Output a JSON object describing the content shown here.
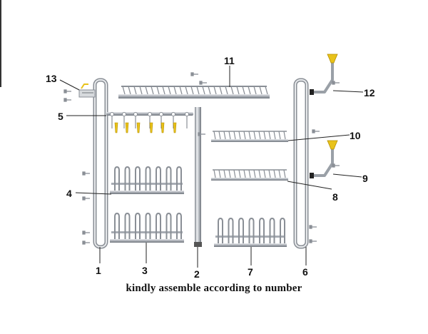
{
  "caption": "kindly assemble according to number",
  "labels": {
    "l1": "1",
    "l2": "2",
    "l3": "3",
    "l4": "4",
    "l5": "5",
    "l6": "6",
    "l7": "7",
    "l8": "8",
    "l9": "9",
    "l10": "10",
    "l11": "11",
    "l12": "12",
    "l13": "13"
  },
  "colors": {
    "steel": "#c9ccd1",
    "steel_dark": "#8a8f96",
    "yellow": "#e8c21a",
    "line": "#222222"
  }
}
